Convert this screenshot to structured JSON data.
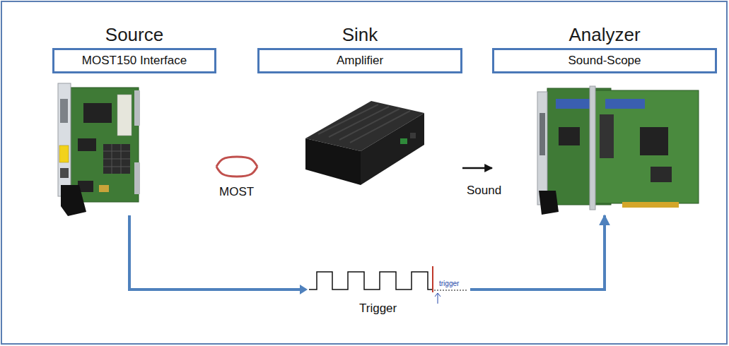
{
  "diagram": {
    "nodes": [
      {
        "text": [
          "Source",
          "MOST150 Interface"
        ]
      },
      {
        "text": [
          "Sink",
          "Amplifier"
        ]
      },
      {
        "text": [
          "Analyzer",
          "Sound-Scope"
        ]
      }
    ],
    "edges": [
      {
        "from": 0,
        "to": 1,
        "label": "MOST",
        "arrow": "none"
      },
      {
        "from": 1,
        "to": 2,
        "label": "Sound",
        "arrow": "to"
      },
      {
        "from": 0,
        "to": 2,
        "label": "Trigger",
        "arrow": "to"
      }
    ],
    "labels": [
      "trigger"
    ]
  }
}
